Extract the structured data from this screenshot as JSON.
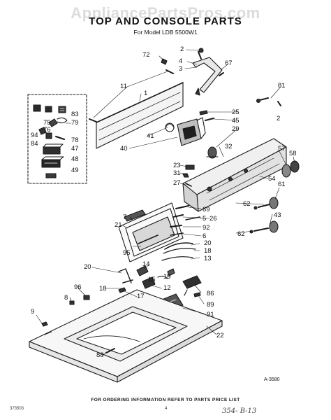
{
  "header": {
    "watermark": "AppliancePartsPros.com",
    "title": "TOP AND CONSOLE PARTS",
    "subtitle": "For Model LDB 5500W1"
  },
  "footer": {
    "ordering_note": "FOR ORDERING INFORMATION REFER TO PARTS PRICE LIST",
    "figure_code": "A-3580",
    "document_code": "373503",
    "page_number": "4",
    "handwritten_note": "354- B-13"
  },
  "callouts": [
    "1",
    "2",
    "4",
    "3",
    "67",
    "72",
    "11",
    "81",
    "25",
    "45",
    "2",
    "29",
    "83",
    "79",
    "75",
    "76",
    "94",
    "84",
    "78",
    "47",
    "48",
    "49",
    "41",
    "40",
    "32",
    "57",
    "58",
    "23",
    "31",
    "27",
    "54",
    "61",
    "7",
    "21",
    "62",
    "69",
    "5",
    "26",
    "92",
    "6",
    "43",
    "62",
    "20",
    "18",
    "95",
    "13",
    "20",
    "14",
    "15",
    "19",
    "12",
    "86",
    "18",
    "17",
    "96",
    "8",
    "89",
    "91",
    "9",
    "22",
    "88"
  ]
}
